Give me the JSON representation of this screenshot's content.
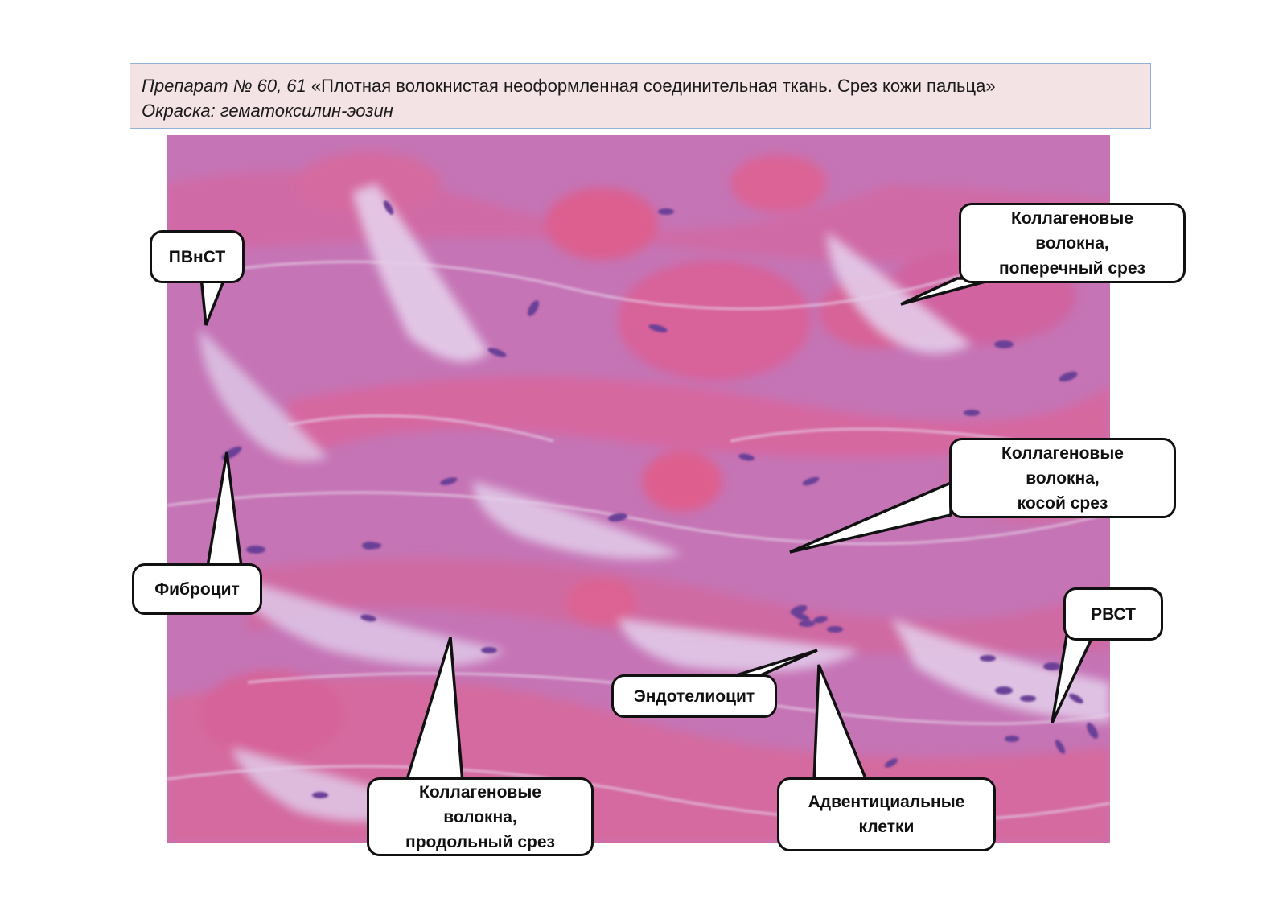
{
  "header": {
    "preparation": "Препарат № 60, 61",
    "title": "«Плотная волокнистая неоформленная соединительная ткань. Срез кожи пальца»",
    "stain": "Окраска: гематоксилин-эозин"
  },
  "labels": {
    "pvnst": "ПВнСТ",
    "collagen_transverse": [
      "Коллагеновые",
      "волокна,",
      "поперечный срез"
    ],
    "collagen_oblique": [
      "Коллагеновые",
      "волокна,",
      "косой срез"
    ],
    "fibrocyte": "Фиброцит",
    "rvst": "РВСТ",
    "endotheliocyte": "Эндотелиоцит",
    "collagen_longitudinal": [
      "Коллагеновые",
      "волокна,",
      "продольный срез"
    ],
    "adventitial": [
      "Адвентициальные",
      "клетки"
    ]
  },
  "colors": {
    "tissue_base": "#c870b8",
    "collagen_pink": "#d85f93",
    "pale_matrix": "#e2cbe9",
    "nucleus": "#6a3f97",
    "header_bg": "#f3e3e5",
    "header_border": "#8fb2da"
  }
}
